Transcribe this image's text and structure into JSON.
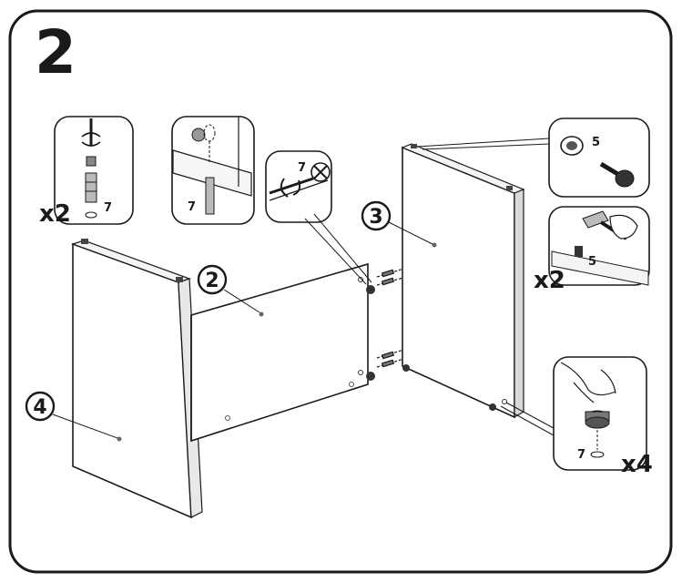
{
  "step": {
    "number": "2"
  },
  "insets": {
    "dowel_inset": {
      "count": "x2",
      "part_ref": "7"
    },
    "cam_pin_inset": {
      "part_ref": "7"
    },
    "cam_turn_inset": {
      "part_ref": "7"
    },
    "cam_parts_inset": {
      "part_ref": "5"
    },
    "hammer_inset": {
      "count": "x2",
      "part_ref": "5"
    },
    "cam_lock_inset": {
      "count": "x4",
      "part_ref": "7"
    }
  },
  "panels": {
    "panel_2": {
      "label": "2"
    },
    "panel_3": {
      "label": "3"
    },
    "panel_4": {
      "label": "4"
    }
  }
}
